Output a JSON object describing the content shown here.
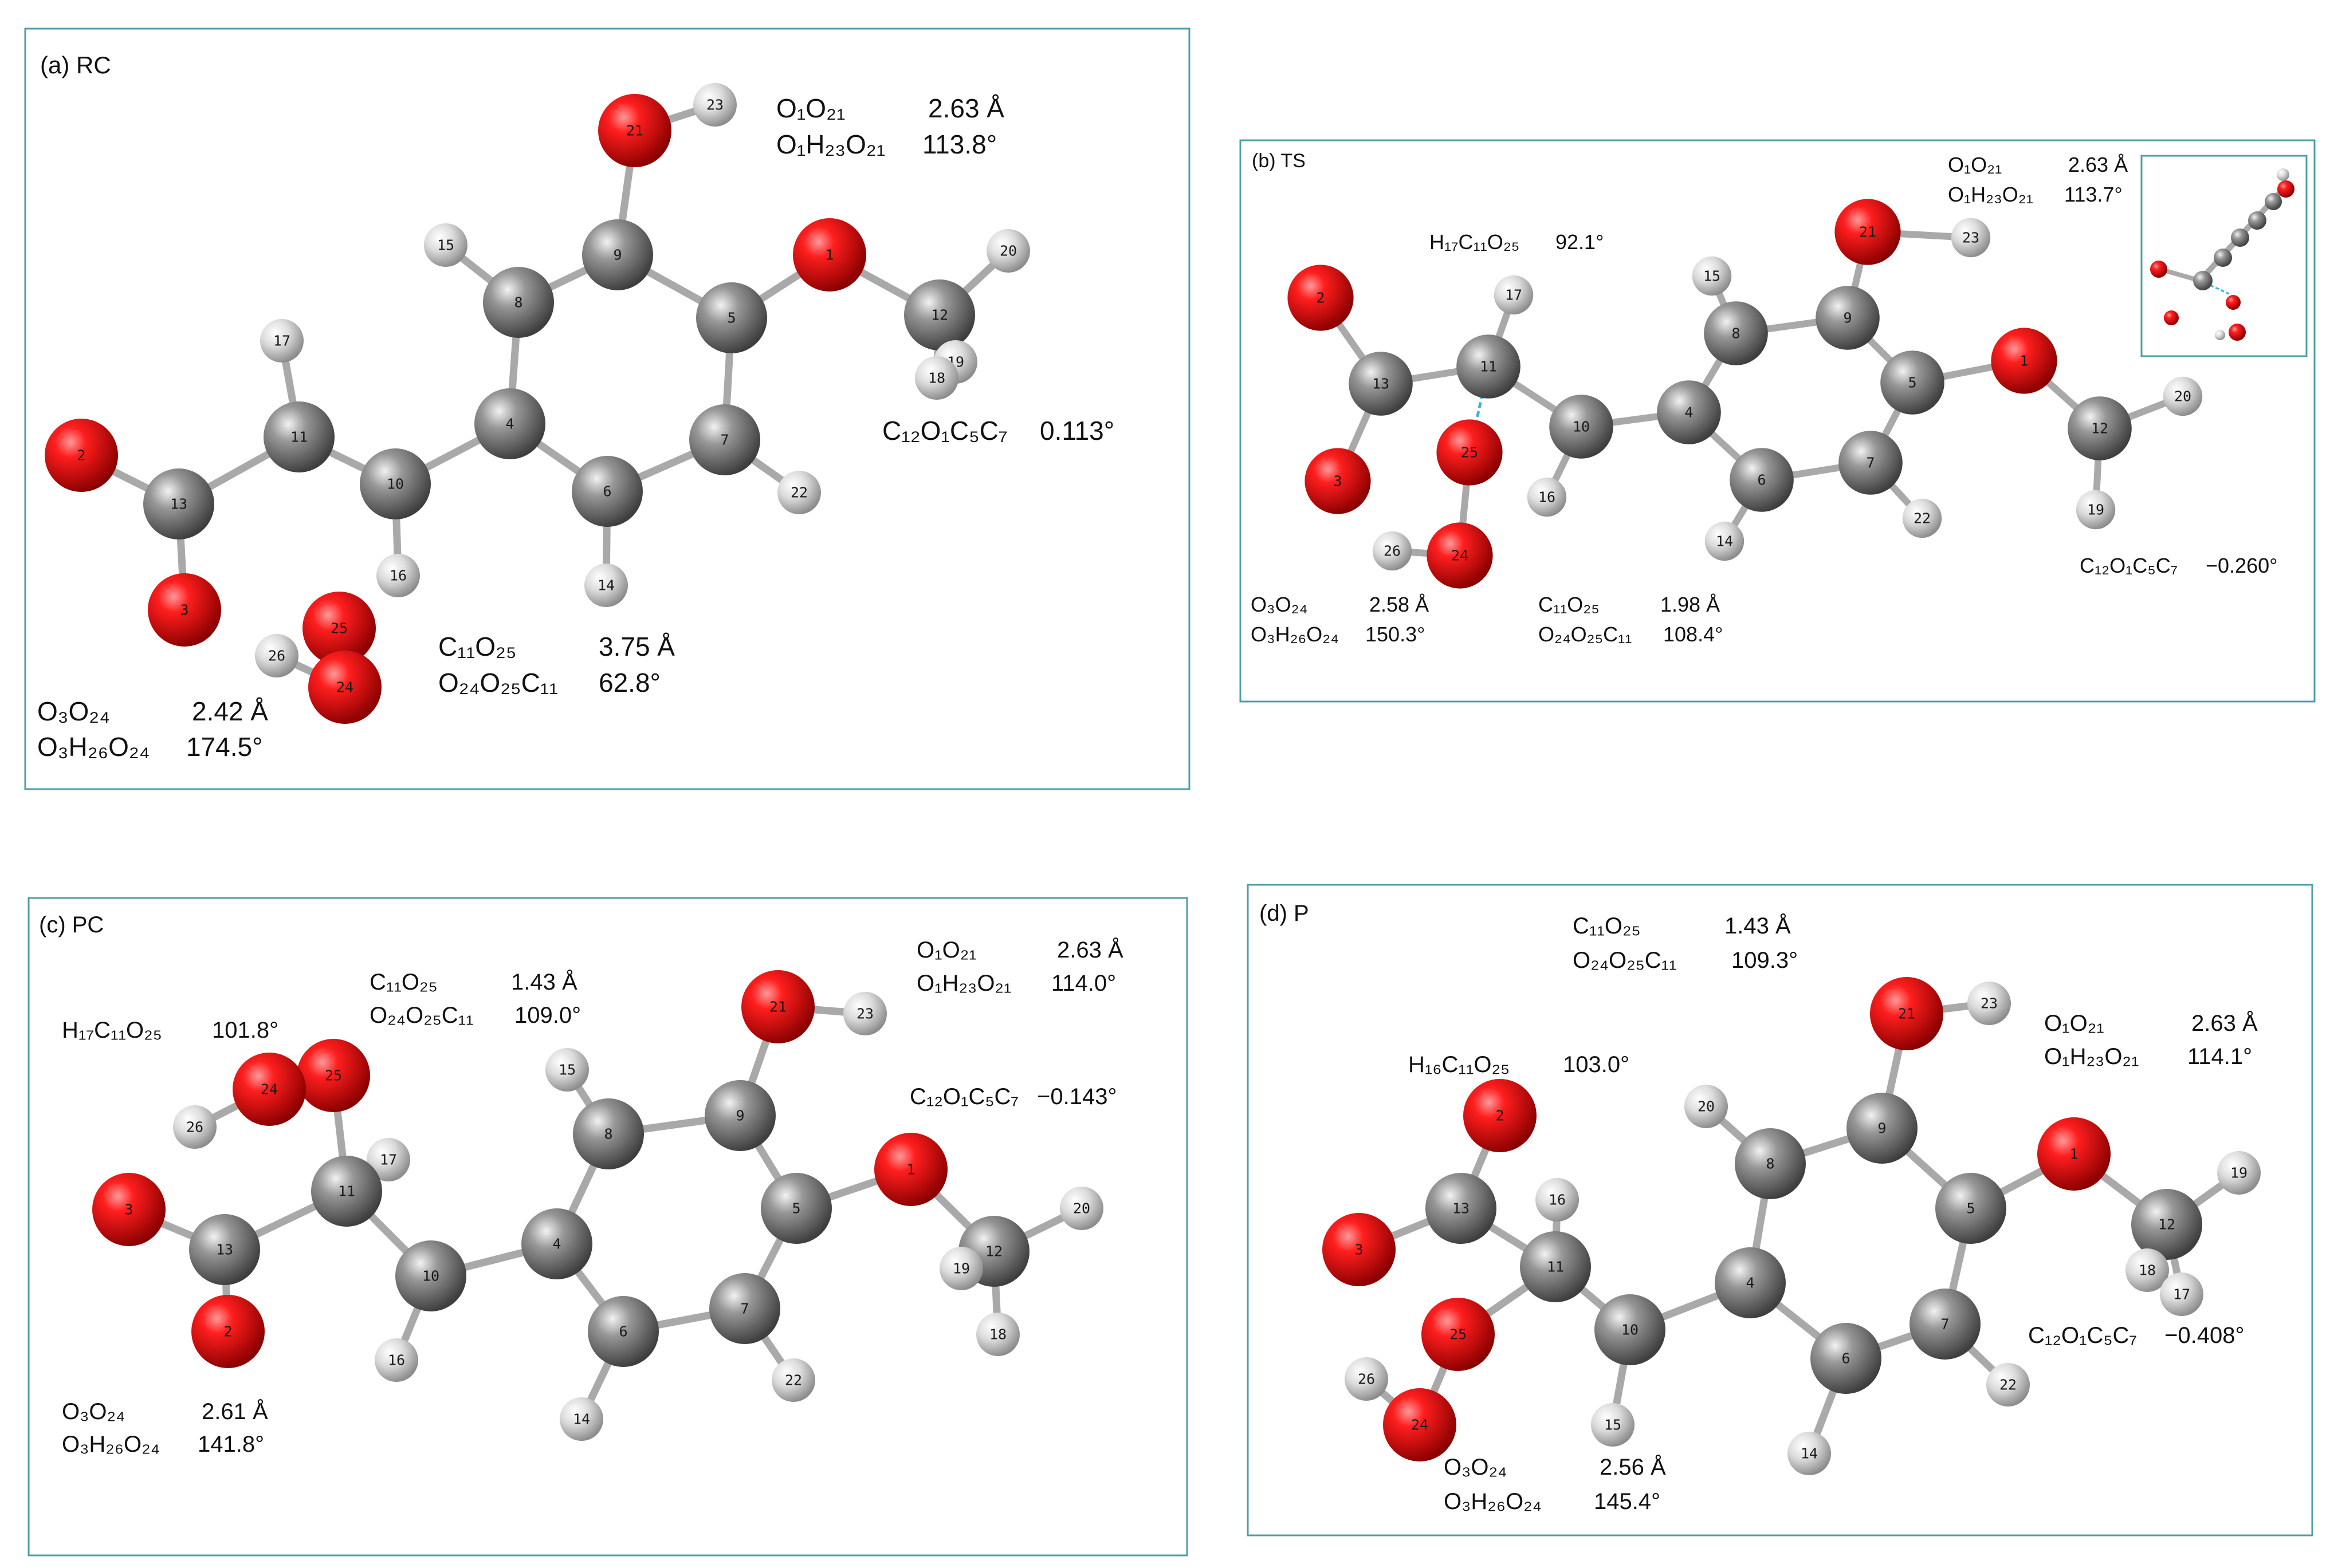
{
  "colors": {
    "oxygen": "#e01010",
    "carbon": "#8a8a8a",
    "hydrogen": "#d8d8d8",
    "frame": "#4d9ea6",
    "hbond": "#3ab3d6"
  },
  "panels": [
    {
      "title": "(a) RC",
      "annotations": [
        {
          "label": "O₁O₂₁",
          "value": "2.63 Å"
        },
        {
          "label": "O₁H₂₃O₂₁",
          "value": "113.8°"
        },
        {
          "label": "C₁₂O₁C₅C₇",
          "value": "0.113°"
        },
        {
          "label": "C₁₁O₂₅",
          "value": "3.75 Å"
        },
        {
          "label": "O₂₄O₂₅C₁₁",
          "value": "62.8°"
        },
        {
          "label": "O₃O₂₄",
          "value": "2.42 Å"
        },
        {
          "label": "O₃H₂₆O₂₄",
          "value": "174.5°"
        }
      ],
      "atoms": [
        {
          "n": "21",
          "e": "O"
        },
        {
          "n": "23",
          "e": "H"
        },
        {
          "n": "15",
          "e": "H"
        },
        {
          "n": "9",
          "e": "C"
        },
        {
          "n": "1",
          "e": "O"
        },
        {
          "n": "20",
          "e": "H"
        },
        {
          "n": "8",
          "e": "C"
        },
        {
          "n": "5",
          "e": "C"
        },
        {
          "n": "12",
          "e": "C"
        },
        {
          "n": "17",
          "e": "H"
        },
        {
          "n": "19",
          "e": "H"
        },
        {
          "n": "18",
          "e": "H"
        },
        {
          "n": "2",
          "e": "O"
        },
        {
          "n": "11",
          "e": "C"
        },
        {
          "n": "4",
          "e": "C"
        },
        {
          "n": "7",
          "e": "C"
        },
        {
          "n": "13",
          "e": "C"
        },
        {
          "n": "10",
          "e": "C"
        },
        {
          "n": "6",
          "e": "C"
        },
        {
          "n": "22",
          "e": "H"
        },
        {
          "n": "16",
          "e": "H"
        },
        {
          "n": "14",
          "e": "H"
        },
        {
          "n": "3",
          "e": "O"
        },
        {
          "n": "25",
          "e": "O"
        },
        {
          "n": "26",
          "e": "H"
        },
        {
          "n": "24",
          "e": "O"
        }
      ]
    },
    {
      "title": "(b) TS",
      "annotations": [
        {
          "label": "O₁O₂₁",
          "value": "2.63 Å"
        },
        {
          "label": "O₁H₂₃O₂₁",
          "value": "113.7°"
        },
        {
          "label": "H₁₇C₁₁O₂₅",
          "value": "92.1°"
        },
        {
          "label": "C₁₂O₁C₅C₇",
          "value": "−0.260°"
        },
        {
          "label": "O₃O₂₄",
          "value": "2.58 Å"
        },
        {
          "label": "O₃H₂₆O₂₄",
          "value": "150.3°"
        },
        {
          "label": "C₁₁O₂₅",
          "value": "1.98 Å"
        },
        {
          "label": "O₂₄O₂₅C₁₁",
          "value": "108.4°"
        }
      ],
      "atoms": [
        {
          "n": "21",
          "e": "O"
        },
        {
          "n": "23",
          "e": "H"
        },
        {
          "n": "15",
          "e": "H"
        },
        {
          "n": "9",
          "e": "C"
        },
        {
          "n": "8",
          "e": "C"
        },
        {
          "n": "17",
          "e": "H"
        },
        {
          "n": "2",
          "e": "O"
        },
        {
          "n": "11",
          "e": "C"
        },
        {
          "n": "1",
          "e": "O"
        },
        {
          "n": "20",
          "e": "H"
        },
        {
          "n": "13",
          "e": "C"
        },
        {
          "n": "4",
          "e": "C"
        },
        {
          "n": "5",
          "e": "C"
        },
        {
          "n": "10",
          "e": "C"
        },
        {
          "n": "12",
          "e": "C"
        },
        {
          "n": "25",
          "e": "O"
        },
        {
          "n": "3",
          "e": "O"
        },
        {
          "n": "16",
          "e": "H"
        },
        {
          "n": "6",
          "e": "C"
        },
        {
          "n": "7",
          "e": "C"
        },
        {
          "n": "22",
          "e": "H"
        },
        {
          "n": "19",
          "e": "H"
        },
        {
          "n": "26",
          "e": "H"
        },
        {
          "n": "24",
          "e": "O"
        },
        {
          "n": "14",
          "e": "H"
        }
      ]
    },
    {
      "title": "(c) PC",
      "annotations": [
        {
          "label": "O₁O₂₁",
          "value": "2.63 Å"
        },
        {
          "label": "O₁H₂₃O₂₁",
          "value": "114.0°"
        },
        {
          "label": "C₁₁O₂₅",
          "value": "1.43 Å"
        },
        {
          "label": "O₂₄O₂₅C₁₁",
          "value": "109.0°"
        },
        {
          "label": "H₁₇C₁₁O₂₅",
          "value": "101.8°"
        },
        {
          "label": "C₁₂O₁C₅C₇",
          "value": "−0.143°"
        },
        {
          "label": "O₃O₂₄",
          "value": "2.61 Å"
        },
        {
          "label": "O₃H₂₆O₂₄",
          "value": "141.8°"
        }
      ],
      "atoms": [
        {
          "n": "21",
          "e": "O"
        },
        {
          "n": "23",
          "e": "H"
        },
        {
          "n": "15",
          "e": "H"
        },
        {
          "n": "25",
          "e": "O"
        },
        {
          "n": "24",
          "e": "O"
        },
        {
          "n": "26",
          "e": "H"
        },
        {
          "n": "9",
          "e": "C"
        },
        {
          "n": "8",
          "e": "C"
        },
        {
          "n": "17",
          "e": "H"
        },
        {
          "n": "1",
          "e": "O"
        },
        {
          "n": "11",
          "e": "C"
        },
        {
          "n": "5",
          "e": "C"
        },
        {
          "n": "3",
          "e": "O"
        },
        {
          "n": "20",
          "e": "H"
        },
        {
          "n": "13",
          "e": "C"
        },
        {
          "n": "12",
          "e": "C"
        },
        {
          "n": "19",
          "e": "H"
        },
        {
          "n": "4",
          "e": "C"
        },
        {
          "n": "10",
          "e": "C"
        },
        {
          "n": "6",
          "e": "C"
        },
        {
          "n": "7",
          "e": "C"
        },
        {
          "n": "2",
          "e": "O"
        },
        {
          "n": "18",
          "e": "H"
        },
        {
          "n": "16",
          "e": "H"
        },
        {
          "n": "22",
          "e": "H"
        },
        {
          "n": "14",
          "e": "H"
        }
      ]
    },
    {
      "title": "(d) P",
      "annotations": [
        {
          "label": "C₁₁O₂₅",
          "value": "1.43 Å"
        },
        {
          "label": "O₂₄O₂₅C₁₁",
          "value": "109.3°"
        },
        {
          "label": "O₁O₂₁",
          "value": "2.63 Å"
        },
        {
          "label": "O₁H₂₃O₂₁",
          "value": "114.1°"
        },
        {
          "label": "H₁₆C₁₁O₂₅",
          "value": "103.0°"
        },
        {
          "label": "C₁₂O₁C₅C₇",
          "value": "−0.408°"
        },
        {
          "label": "O₃O₂₄",
          "value": "2.56 Å"
        },
        {
          "label": "O₃H₂₆O₂₄",
          "value": "145.4°"
        }
      ],
      "atoms": [
        {
          "n": "21",
          "e": "O"
        },
        {
          "n": "23",
          "e": "H"
        },
        {
          "n": "2",
          "e": "O"
        },
        {
          "n": "20",
          "e": "H"
        },
        {
          "n": "9",
          "e": "C"
        },
        {
          "n": "8",
          "e": "C"
        },
        {
          "n": "1",
          "e": "O"
        },
        {
          "n": "19",
          "e": "H"
        },
        {
          "n": "13",
          "e": "C"
        },
        {
          "n": "16",
          "e": "H"
        },
        {
          "n": "5",
          "e": "C"
        },
        {
          "n": "12",
          "e": "C"
        },
        {
          "n": "3",
          "e": "O"
        },
        {
          "n": "11",
          "e": "C"
        },
        {
          "n": "18",
          "e": "H"
        },
        {
          "n": "17",
          "e": "H"
        },
        {
          "n": "4",
          "e": "C"
        },
        {
          "n": "25",
          "e": "O"
        },
        {
          "n": "10",
          "e": "C"
        },
        {
          "n": "7",
          "e": "C"
        },
        {
          "n": "6",
          "e": "C"
        },
        {
          "n": "26",
          "e": "H"
        },
        {
          "n": "22",
          "e": "H"
        },
        {
          "n": "24",
          "e": "O"
        },
        {
          "n": "15",
          "e": "H"
        },
        {
          "n": "14",
          "e": "H"
        }
      ]
    }
  ]
}
